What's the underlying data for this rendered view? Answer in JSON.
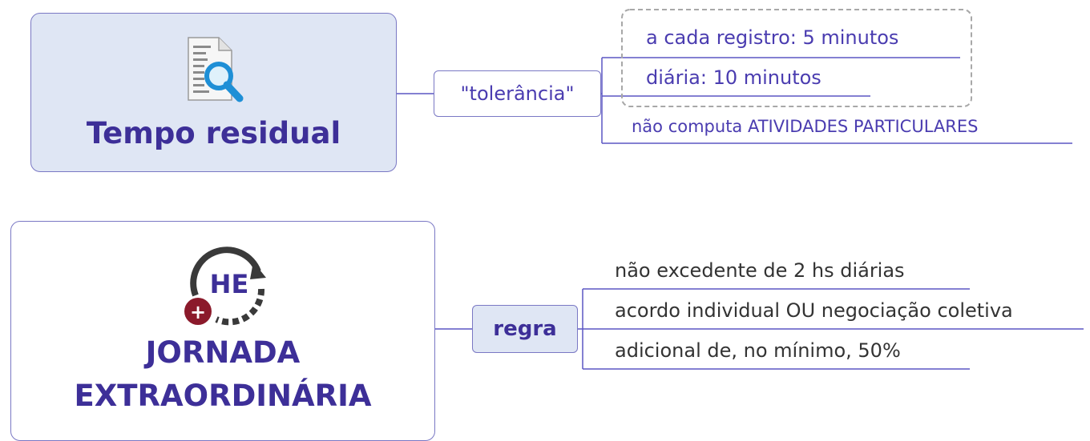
{
  "colors": {
    "node_border": "#7a78c4",
    "title_text": "#3d2f98",
    "main_fill": "#dfe6f4",
    "regra_fill": "#dfe6f4",
    "connector": "#5b57c4",
    "leaf_text_top": "#4a3cb0",
    "leaf_text_bottom": "#333333",
    "badge": "#8b1a2b",
    "dashed_group": "#a8a8a8"
  },
  "topic1": {
    "title": "Tempo residual",
    "icon": "document-search-icon",
    "subtopic": "\"tolerância\"",
    "leaves": {
      "a_cada_registro": "a cada registro: 5 minutos",
      "diaria": "diária: 10 minutos",
      "nao_computa": "não computa ATIVIDADES PARTICULARES"
    }
  },
  "topic2": {
    "title_line1": "JORNADA",
    "title_line2": "EXTRAORDINÁRIA",
    "icon": "overtime-cycle-icon",
    "icon_label": "HE",
    "badge_symbol": "+",
    "subtopic": "regra",
    "leaves": [
      "não excedente de 2 hs diárias",
      "acordo individual OU negociação coletiva",
      "adicional de, no mínimo, 50%"
    ]
  }
}
